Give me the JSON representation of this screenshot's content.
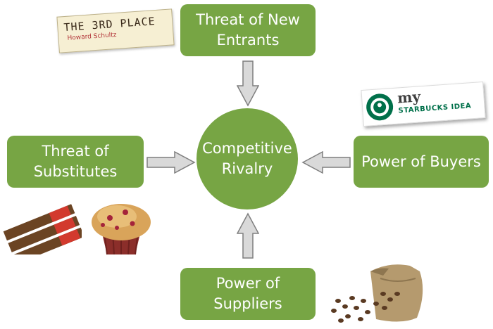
{
  "boxes": {
    "new_entrants": {
      "line1": "Threat of New",
      "line2": "Entrants"
    },
    "substitutes": {
      "line1": "Threat of",
      "line2": "Substitutes"
    },
    "buyers": {
      "line1": "Power of Buyers"
    },
    "suppliers": {
      "line1": "Power of",
      "line2": "Suppliers"
    }
  },
  "center": {
    "line1": "Competitive",
    "line2": "Rivalry"
  },
  "images": {
    "third_place": {
      "title": "THE 3RD PLACE",
      "subtitle": "Howard Schultz"
    },
    "my_starbucks_idea": {
      "line1": "my",
      "line2": "STARBUCKS IDEA"
    }
  },
  "colors": {
    "box_green": "#77a544",
    "arrow_fill": "#d9d9d9",
    "arrow_stroke": "#7f7f7f"
  }
}
